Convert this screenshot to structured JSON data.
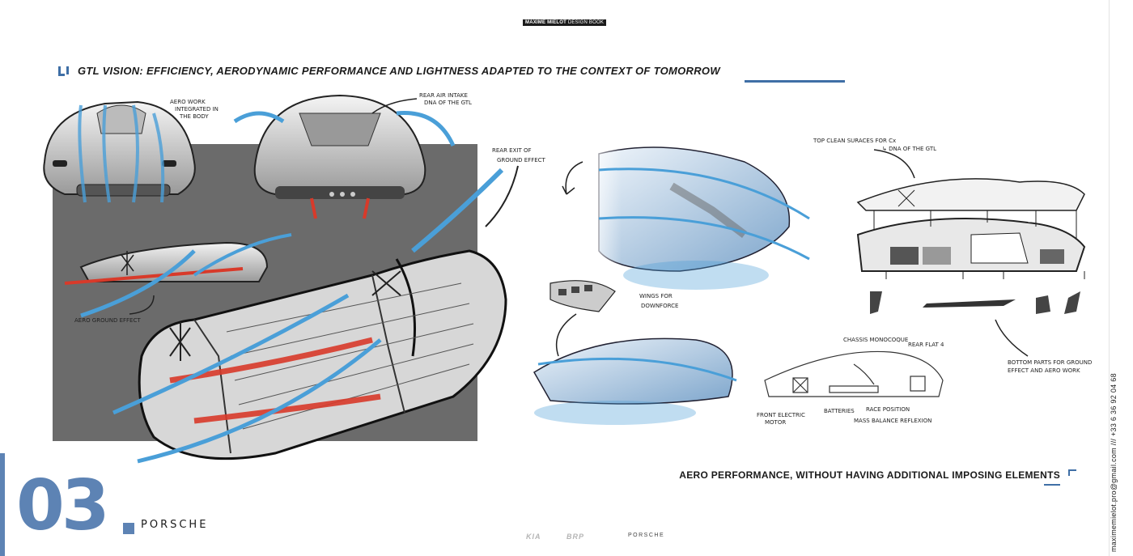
{
  "header": {
    "author": "MAXIME MIELOT",
    "book": "DESIGN BOOK"
  },
  "title": "GTL VISION: EFFICIENCY, AERODYNAMIC PERFORMANCE AND LIGHTNESS ADAPTED TO THE CONTEXT OF TOMORROW",
  "subtitle": "AERO PERFORMANCE, WITHOUT HAVING ADDITIONAL IMPOSING ELEMENTS",
  "chapter": {
    "number": "03",
    "brand": "PORSCHE"
  },
  "annotations": {
    "aero_work": [
      "AERO WORK",
      "INTEGRATED IN",
      "THE BODY"
    ],
    "rear_air_intake": [
      "REAR AIR INTAKE",
      "DNA OF THE GTL"
    ],
    "rear_exit": [
      "REAR EXIT OF",
      "GROUND EFFECT"
    ],
    "aero_ground": "AERO GROUND EFFECT",
    "wings": [
      "WINGS FOR",
      "DOWNFORCE"
    ],
    "top_clean": [
      "TOP CLEAN SURACES FOR Cx",
      "↳ DNA OF THE GTL"
    ],
    "bottom_parts": [
      "BOTTOM PARTS FOR GROUND",
      "EFFECT AND AERO WORK"
    ],
    "chassis": "CHASSIS MONOCOQUE",
    "rear_flat": "REAR FLAT 4",
    "front_motor": [
      "FRONT ELECTRIC",
      "MOTOR"
    ],
    "batteries": "BATTERIES",
    "race_position": "RACE POSITION",
    "mass_balance": "MASS BALANCE REFLEXION"
  },
  "footer": {
    "logos": [
      "KIA",
      "BRP",
      "PORSCHE"
    ]
  },
  "contact": "maximemielot.pro@gmail.com /// +33 6 36 92 04 68",
  "colors": {
    "accent": "#5d83b4",
    "title_accent": "#3f6fa6",
    "panel_gray": "#6b6b6b",
    "aero_blue": "#4a9fd8",
    "aero_red": "#d83a2a"
  }
}
